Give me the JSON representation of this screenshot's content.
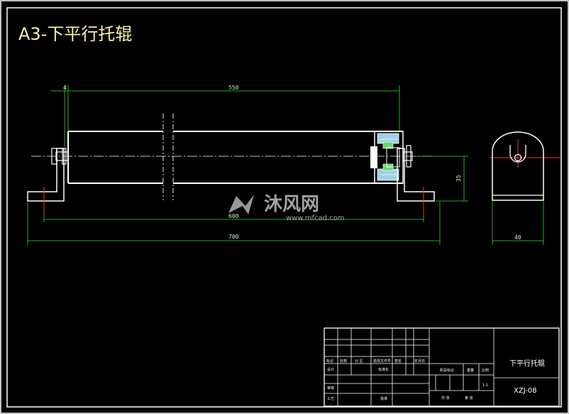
{
  "drawing": {
    "title": "A3-下平行托辊",
    "dimensions": {
      "length_550": "550",
      "left_4": "4",
      "height_35": "35",
      "inner_600": "600",
      "overall_700": "700",
      "width_40": "40"
    }
  },
  "title_block": {
    "part_name": "下平行托辊",
    "drawing_no": "XZJ-08",
    "scale": "1:1",
    "header_labels": [
      "标记",
      "处数",
      "分 区",
      "更改文件号",
      "签名",
      "年月日"
    ],
    "row_labels": {
      "design": "设计",
      "standard": "标准化",
      "process": "工艺",
      "approve": "批准",
      "review": "审核"
    },
    "stage_labels": {
      "stage": "阶段标记",
      "weight": "重量",
      "scale_label": "比例",
      "sheets": "共 张",
      "sheet": "第 张"
    }
  },
  "watermark": {
    "brand": "沐风网",
    "url": "www.mfcad.com"
  }
}
